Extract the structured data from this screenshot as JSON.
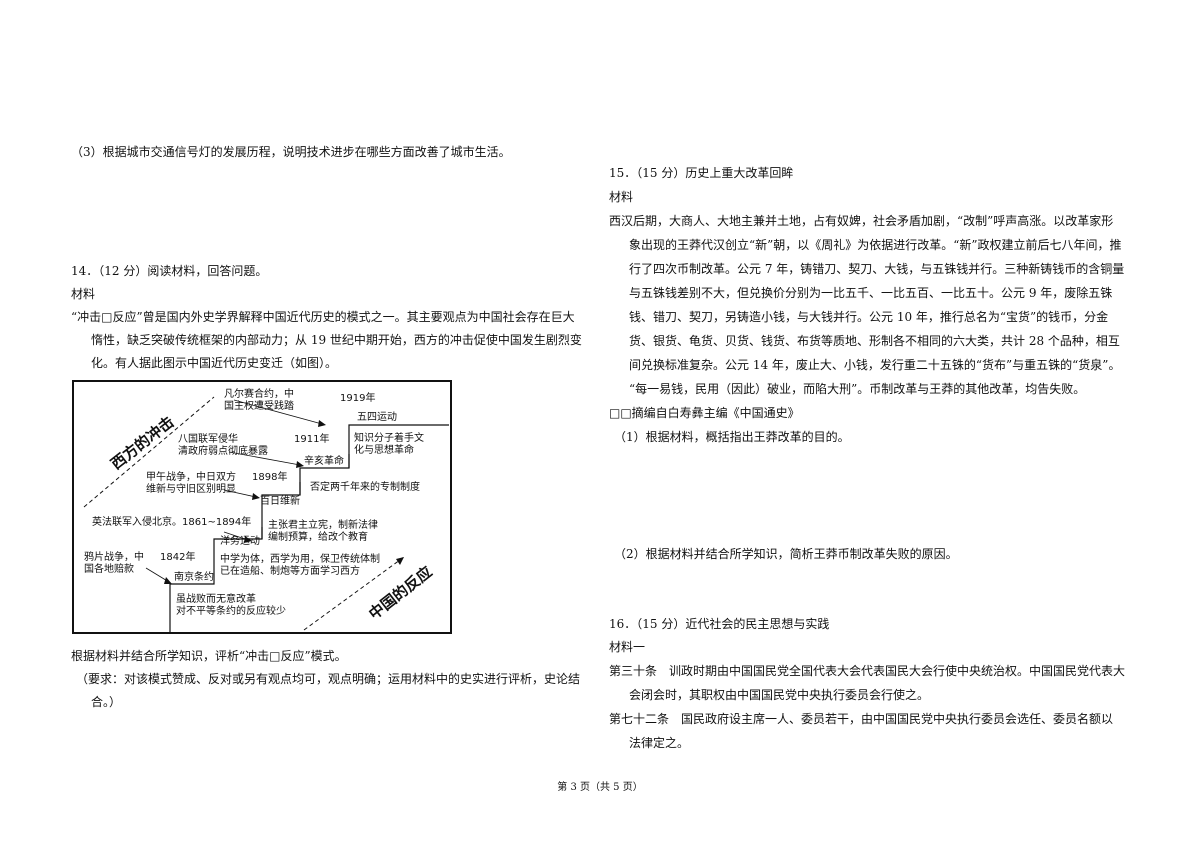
{
  "left": {
    "q13_3": "（3）根据城市交通信号灯的发展历程，说明技术进步在哪些方面改善了城市生活。",
    "q14_title": "14．（12 分）阅读材料，回答问题。",
    "material_label": "材料",
    "para1_line1": "“冲击□反应”曾是国内外史学界解释中国近代历史的模式之一。其主要观点为中国社会存在巨大",
    "para1_line2": "惰性，缺乏突破传统框架的内部动力；从 19 世纪中期开始，西方的冲击促使中国发生剧烈变",
    "para1_line3": "化。有人据此图示中国近代历史变迁（如图）。",
    "question_line": "根据材料并结合所学知识，评析“冲击□反应”模式。",
    "req_line1": "（要求：对该模式赞成、反对或另有观点均可，观点明确；运用材料中的史实进行评析，史论结",
    "req_line2": "合。）"
  },
  "diagram": {
    "west_impact": "西方的冲击",
    "china_response": "中国的反应",
    "e1a": "凡尔赛合约，中",
    "e1b": "国主权遭受践踏",
    "y1919": "1919年",
    "s1919": "五四运动",
    "r1919a": "知识分子着手文",
    "r1919b": "化与思想革命",
    "e2a": "八国联军侵华",
    "e2b": "清政府弱点彻底暴露",
    "y1911": "1911年",
    "s1911": "辛亥革命",
    "r1911": "否定两千年来的专制制度",
    "e3a": "甲午战争，中日双方",
    "e3b": "维新与守旧区别明显",
    "y1898": "1898年",
    "s1898": "百日维新",
    "r1898a": "主张君主立宪，制新法律",
    "r1898b": "编制预算，给改个教育",
    "e4": "英法联军入侵北京。1861~1894年",
    "s1861": "洋务运动",
    "r1861a": "中学为体，西学为用，保卫传统体制",
    "r1861b": "已在造船、制炮等方面学习西方",
    "e5a": "鸦片战争，中",
    "e5b": "国各地赔款",
    "y1842": "1842年",
    "s1842": "南京条约",
    "r1842a": "虽战败而无意改革",
    "r1842b": "对不平等条约的反应较少"
  },
  "right": {
    "q15_title": "15．（15 分）历史上重大改革回眸",
    "material_label": "材料",
    "l1": "西汉后期，大商人、大地主兼并土地，占有奴婢，社会矛盾加剧，“改制”呼声高涨。以改革家形",
    "l2": "象出现的王莽代汉创立“新”朝，以《周礼》为依据进行改革。“新”政权建立前后七八年间，推",
    "l3": "行了四次币制改革。公元 7 年，铸错刀、契刀、大钱，与五铢钱并行。三种新铸钱币的含铜量",
    "l4": "与五铢钱差别不大，但兑换价分别为一比五千、一比五百、一比五十。公元 9 年，废除五铢",
    "l5": "钱、错刀、契刀，另铸造小钱，与大钱并行。公元 10 年，推行总名为“宝货”的钱币，分金",
    "l6": "货、银货、龟货、贝货、钱货、布货等质地、形制各不相同的六大类，共计 28 个品种，相互",
    "l7": "间兑换标准复杂。公元 14 年，废止大、小钱，发行重二十五铢的“货布”与重五铢的“货泉”。",
    "l8": "“每一易钱，民用（因此）破业，而陷大刑”。币制改革与王莽的其他改革，均告失败。",
    "source": "□□摘编自白寿彝主编《中国通史》",
    "q1": "（1）根据材料，概括指出王莽改革的目的。",
    "q2": "（2）根据材料并结合所学知识，简析王莽币制改革失败的原因。",
    "q16_title": "16．（15 分）近代社会的民主思想与实践",
    "material1_label": "材料一",
    "a30_line1": "第三十条　训政时期由中国国民党全国代表大会代表国民大会行使中央统治权。中国国民党代表大",
    "a30_line2": "会闭会时，其职权由中国国民党中央执行委员会行使之。",
    "a72_line1": "第七十二条　国民政府设主席一人、委员若干，由中国国民党中央执行委员会选任、委员名额以",
    "a72_line2": "法律定之。"
  },
  "footer": "第 3 页（共 5 页）"
}
